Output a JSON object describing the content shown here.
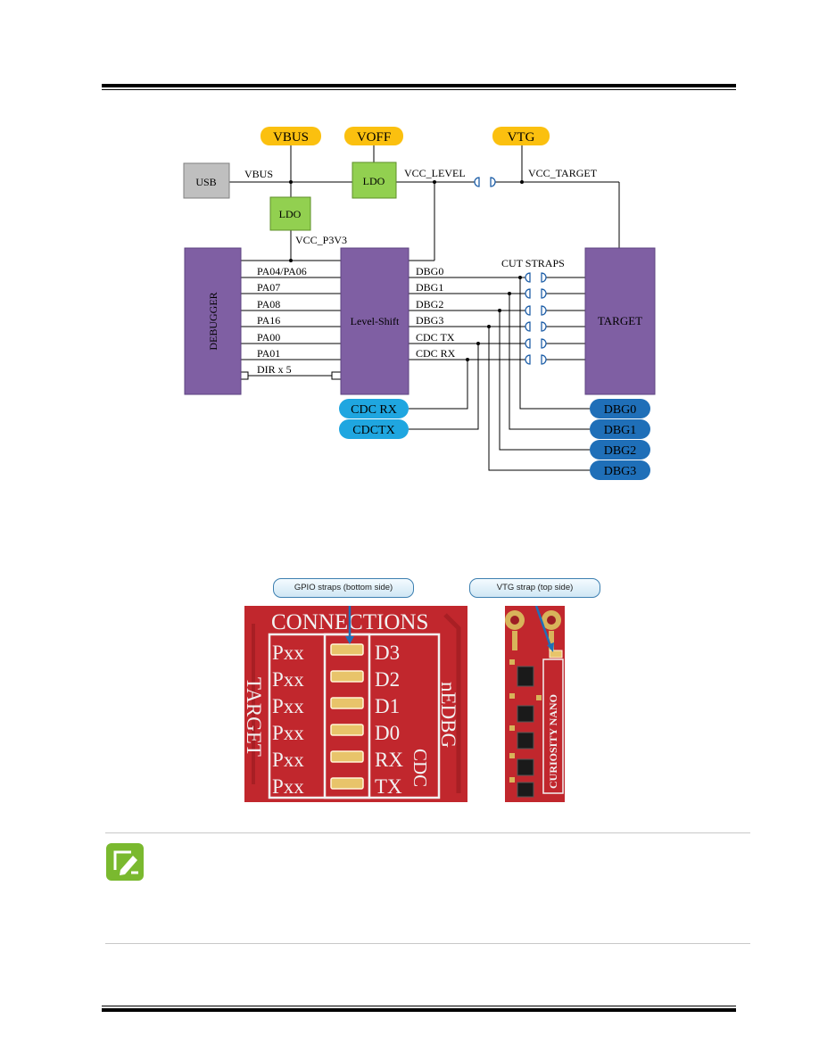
{
  "diagram": {
    "supplies": {
      "vbus": "VBUS",
      "voff": "VOFF",
      "vtg": "VTG"
    },
    "blocks": {
      "usb": "USB",
      "ldo_top": "LDO",
      "ldo_low": "LDO",
      "debugger": "DEBUGGER",
      "level_shift": "Level-Shift",
      "target": "TARGET"
    },
    "nets": {
      "vbus": "VBUS",
      "vcc_level": "VCC_LEVEL",
      "vcc_target": "VCC_TARGET",
      "vcc_p3v3": "VCC_P3V3",
      "cut_straps": "CUT STRAPS"
    },
    "debugger_signals": [
      "PA04/PA06",
      "PA07",
      "PA08",
      "PA16",
      "PA00",
      "PA01",
      "DIR x 5"
    ],
    "shifter_signals": [
      "DBG0",
      "DBG1",
      "DBG2",
      "DBG3",
      "CDC TX",
      "CDC RX"
    ],
    "cdc_pins": [
      "CDC RX",
      "CDCTX"
    ],
    "dbg_pins": [
      "DBG0",
      "DBG1",
      "DBG2",
      "DBG3"
    ],
    "colors": {
      "supply": "#fbc00f",
      "ldo": "#92d050",
      "usb": "#bfbfbf",
      "block": "#7f5fa3",
      "cdc_pin": "#1fa6e0",
      "dbg_pin": "#1f6fb8"
    }
  },
  "photos": {
    "callout_gpio": "GPIO straps (bottom side)",
    "callout_vtg": "VTG strap (top side)",
    "silk": {
      "connections": "CONNECTIONS",
      "target": "TARGET",
      "nedbg": "nEDBG",
      "cdc": "CDC",
      "curiosity": "CURIOSITY NANO",
      "pxx": [
        "Pxx",
        "Pxx",
        "Pxx",
        "Pxx",
        "Pxx",
        "Pxx"
      ],
      "pins": [
        "D3",
        "D2",
        "D1",
        "D0",
        "RX",
        "TX"
      ]
    }
  },
  "note": {
    "icon": "note-pencil-icon"
  }
}
